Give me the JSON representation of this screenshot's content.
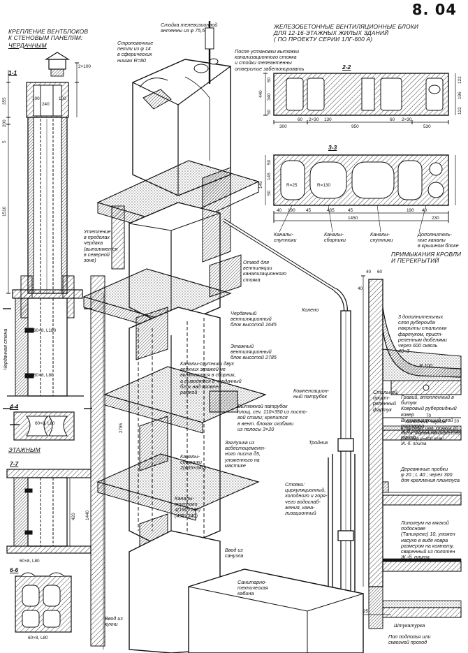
{
  "sheet_number": "8. 04",
  "headings": {
    "left_title": "КРЕПЛЕНИЕ ВЕНТБЛОКОВ\nК СТЕНОВЫМ ПАНЕЛЯМ:",
    "left_subtitle": "ЧЕРДАЧНЫМ",
    "floor_title": "ЭТАЖНЫМ",
    "right_title": "ЖЕЛЕЗОБЕТОННЫЕ ВЕНТИЛЯЦИОННЫЕ БЛОКИ\nДЛЯ 12-16-ЭТАЖНЫХ ЖИЛЫХ ЗДАНИЙ\n( ПО ПРОЕКТУ СЕРИИ 1ЛГ-600 А)",
    "junction_title": "ПРИМЫКАНИЯ КРОВЛИ\nИ ПЕРЕКРЫТИЙ"
  },
  "sections": {
    "s1": "1-1",
    "s22": "2-2",
    "s33": "3-3",
    "s44": "4-4",
    "s77": "7-7",
    "s66": "6-6"
  },
  "labels": {
    "antenna": "Стойка телевизионной\nантенны из φ 75,5",
    "sling": "Строповочные\nпетли из φ 14\nв сферических\nнишах R=80",
    "after_install": "После установки вытяжки\nканализационного стояка\nи стойки телеантенны\nотверстие забетонировать",
    "insulation": "Утепление\nв пределах\nчердака\n(выполняется\nв северной\nзоне)",
    "branch": "Отвод для\nвентиляции\nканализационного\nстояка",
    "attic_block": "Чердачный\nвентиляционный\nблок высотой 1645",
    "floor_block": "Этажный\nвентиляционный\nблок высотой 2785",
    "channels_upper": "Каналы-спутники двух\nверхних этажей не\nвключаются в сборник,\nа выводятся в чердачный\nблок над кровлей\nрамкой",
    "exhaust_pipe": "Вытяжной патрубок\nплощ. сеч. 110×350 из листо-\nвой стали; крепится\nв вент. блоках скобами\nиз полосы 3×20",
    "plug": "Заглушка из\nасбестоцемент-\nного листа δ5,\nуложенного на\nмастике",
    "channels_coll": "Каналы-\nсборники\n2(435×340)",
    "channels_sat4": "Каналы-\nспутники\n4(190×145)\n(435×340)",
    "kitchen_in": "Ввод из\nкухни",
    "bath_in": "Ввод из\nсанузла",
    "sanitary_cabin": "Санитарно-\nтехническая\nкабина",
    "elbow": "Колено",
    "comp_pipe": "Компенсацион-\nный патрубок",
    "tee": "Тройник",
    "risers": "Стояки:\nциркуляционный,\nхолодного и горя-\nчего водоснаб-\nжения, кана-\nлизационный",
    "attic_wall": "Чердачная стена",
    "ch_sat_a": "Каналы-\nспутники",
    "ch_coll": "Каналы-\nсборники",
    "ch_sat_b": "Каналы-\nспутники",
    "ch_extra": "Дополнитель-\nные каналы\nв крышном блоке",
    "roof_layers": "3 дополнительных\nслоя рубероида\nнакрыты стальным\nфартуком, прист-\nреленным дюбелями\nчерез 600 сквозь\n40×3",
    "roof_slab": "R 100",
    "plinth_lbl": "Стальной,\nприст-\nреленный\nфартук",
    "gravel": "Гравий, втопленный в битум\nКовровый рубероидный ковер\nВыравнивающий слой раствора\nЖ-б ребристая крышная плита",
    "cold_attic": "Холодный чердак",
    "cold_attic_sub": "в пределах цем. стяжка 20\nпесок, выравнивающий слой\nраствор γ=400 кг/м³\nЖ.-б. плита",
    "wood_plug": "Деревянные пробки\nφ 20 ; L 40 ; через 300\nдля крепления плинтуса",
    "linoleum": "Линолеум на мягкой\nподоснове\n(Тапихрекс) 10, уложен\nнасухо в виде ковра\nразмером на комнату,\nсваренный из полотен\nЖ.-б. плита",
    "plaster": "Штукатурка",
    "floor_under": "Пол подполья или\nсквозной проход"
  },
  "dimensions": {
    "d2x100": "2×100",
    "d355": "355",
    "d100a": "100",
    "d240": "240",
    "d100b": "100",
    "d200": "200",
    "d5a": "5",
    "d1510": "1510",
    "d60x8_180a": "60×8, L180",
    "d60x8_180b": "60×8, L80",
    "d60x8_180c": "60×8, L80",
    "d420": "420",
    "d1440": "1440",
    "d60x8_l80": "60×8, L80",
    "d2785": "2785",
    "d6x8_180": "60×8, L80",
    "w300": "300",
    "w60": "60",
    "w2x30": "2×30",
    "w130": "130",
    "w950": "950",
    "w60b": "60",
    "w2x30b": "2×30",
    "w530": "530",
    "h440": "440",
    "h50": "50",
    "h340": "340",
    "h50b": "50",
    "h122": "122",
    "h196": "196",
    "h122b": "122",
    "r25": "R=25",
    "r130": "R=130",
    "b40": "40",
    "b190": "190",
    "b45": "45",
    "b435": "435",
    "b45b": "45",
    "b190b": "190",
    "b40b": "40",
    "b1450": "1450",
    "b230": "230",
    "b50": "50",
    "b145": "145",
    "b50b": "50",
    "b145b": "145",
    "j40a": "40",
    "j60": "60",
    "j40b": "40",
    "j70": "70",
    "j20": "20",
    "j25": "25"
  }
}
